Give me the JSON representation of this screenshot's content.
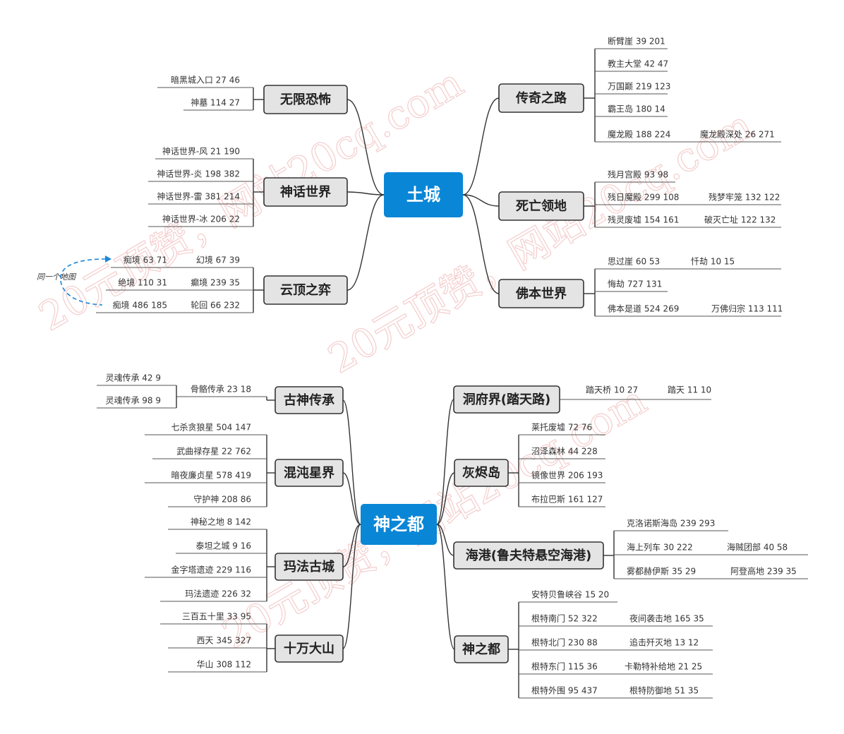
{
  "colors": {
    "root_fill": "#0a86d6",
    "branch_fill": "#e4e4e4",
    "line": "#333333",
    "dashed_arrow": "#1d86d6",
    "watermark": "#f0b8b8"
  },
  "watermark": [
    "20元顶赞，网站20cq.com",
    "20元顶赞，网站20cq.com",
    "20元顶赞，网站20cq.com"
  ],
  "map1": {
    "root": "土城",
    "left": [
      {
        "label": "无限恐怖",
        "items": [
          [
            "暗黑城入口 27 46"
          ],
          [
            "神墓 114 27"
          ]
        ]
      },
      {
        "label": "神话世界",
        "items": [
          [
            "神话世界-风 21 190"
          ],
          [
            "神话世界-炎 198 382"
          ],
          [
            "神话世界-雷 381 214"
          ],
          [
            "神话世界-冰  206 22"
          ]
        ]
      },
      {
        "label": "云顶之弈",
        "items": [
          [
            "幻境 67 39",
            "痴境  63 71"
          ],
          [
            "癫境 239 35",
            "绝境 110 31"
          ],
          [
            "轮回 66 232",
            "痴境 486 185"
          ]
        ]
      }
    ],
    "right": [
      {
        "label": "传奇之路",
        "items": [
          [
            "断臂崖 39 201"
          ],
          [
            "教主大堂 42 47"
          ],
          [
            "万国巅 219 123"
          ],
          [
            "霸王岛 180 14"
          ],
          [
            "魔龙殿 188 224",
            "魔龙殿深处 26 271"
          ]
        ]
      },
      {
        "label": "死亡领地",
        "items": [
          [
            "残月宫殿 93 98"
          ],
          [
            "残日魔殿 299 108",
            "残梦牢笼 132 122"
          ],
          [
            "残灵废墟 154 161",
            "破灭亡址 122 132"
          ]
        ]
      },
      {
        "label": "佛本世界",
        "items": [
          [
            "思过崖 60 53",
            "忏劫 10 15"
          ],
          [
            "悔劫 727 131"
          ],
          [
            "佛本是道 524 269",
            "万佛归宗 113 111"
          ]
        ]
      }
    ],
    "note": "同一个地图"
  },
  "map2": {
    "root": "神之都",
    "left": [
      {
        "label": "古神传承",
        "items": [
          [
            "骨骼传承 23 18",
            "灵魂传承 42 9",
            "灵魂传承 98 9"
          ]
        ]
      },
      {
        "label": "混沌星界",
        "items": [
          [
            "七杀贪狼星 504 147"
          ],
          [
            "武曲禄存星 22 762"
          ],
          [
            "暗夜廉贞星 578 419"
          ],
          [
            "守护神 208 86"
          ]
        ]
      },
      {
        "label": "玛法古城",
        "items": [
          [
            "神秘之地 8 142"
          ],
          [
            "泰坦之城 9 16"
          ],
          [
            "金字塔遗迹 229 116"
          ],
          [
            "玛法遗迹 226 32"
          ]
        ]
      },
      {
        "label": "十万大山",
        "items": [
          [
            "三百五十里 33 95"
          ],
          [
            "西天 345 327"
          ],
          [
            "华山 308 112"
          ]
        ]
      }
    ],
    "right": [
      {
        "label": "洞府界(踏天路)",
        "items": [
          [
            "踏天桥 10 27",
            "踏天 11 10"
          ]
        ]
      },
      {
        "label": "灰烬岛",
        "items": [
          [
            "莱托废墟 72 76"
          ],
          [
            "沼泽森林 44 228"
          ],
          [
            "镜像世界 206 193"
          ],
          [
            "布拉巴斯 161 127"
          ]
        ]
      },
      {
        "label": "海港(鲁夫特悬空海港)",
        "items": [
          [
            "克洛诺斯海岛 239 293"
          ],
          [
            "海上列车 30 222",
            "海贼团部  40 58"
          ],
          [
            "雾都赫伊斯 35 29",
            "阿登高地  239 35"
          ]
        ]
      },
      {
        "label": "神之都",
        "items": [
          [
            "安特贝鲁峡谷 15 20"
          ],
          [
            "根特南门 52 322",
            "夜间袭击地 165 35"
          ],
          [
            "根特北门 230 88",
            "追击歼灭地 13 12"
          ],
          [
            "根特东门 115 36",
            "卡勒特补给地 21 25"
          ],
          [
            "根特外围 95 437",
            "根特防御地 51 35"
          ]
        ]
      }
    ]
  }
}
